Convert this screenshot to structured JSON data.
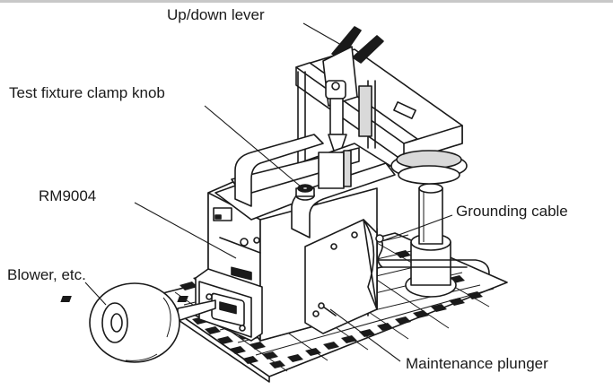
{
  "labels": {
    "updown_lever": "Up/down lever",
    "clamp_knob": "Test fixture clamp knob",
    "model": "RM9004",
    "grounding_cable": "Grounding cable",
    "blower": "Blower, etc.",
    "maintenance_plunger": "Maintenance plunger"
  },
  "colors": {
    "line": "#1a1a1a",
    "fill_light": "#ffffff",
    "fill_mid": "#d9d9d9",
    "fill_dark": "#1a1a1a",
    "top_border": "#c8c8c8"
  }
}
